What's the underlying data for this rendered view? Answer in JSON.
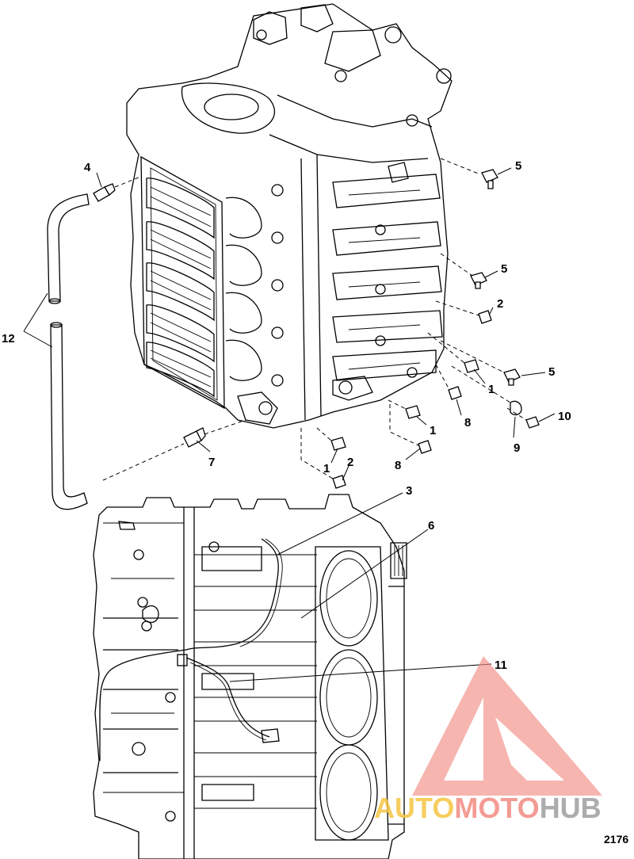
{
  "figure": {
    "number": "2176"
  },
  "callouts": [
    {
      "id": "c4",
      "label": "4"
    },
    {
      "id": "c5a",
      "label": "5"
    },
    {
      "id": "c5b",
      "label": "5"
    },
    {
      "id": "c2a",
      "label": "2"
    },
    {
      "id": "c5c",
      "label": "5"
    },
    {
      "id": "c1a",
      "label": "1"
    },
    {
      "id": "c10",
      "label": "10"
    },
    {
      "id": "c8a",
      "label": "8"
    },
    {
      "id": "c1b",
      "label": "1"
    },
    {
      "id": "c9",
      "label": "9"
    },
    {
      "id": "c12",
      "label": "12"
    },
    {
      "id": "c7",
      "label": "7"
    },
    {
      "id": "c1c",
      "label": "1"
    },
    {
      "id": "c2b",
      "label": "2"
    },
    {
      "id": "c8b",
      "label": "8"
    },
    {
      "id": "c3",
      "label": "3"
    },
    {
      "id": "c6",
      "label": "6"
    },
    {
      "id": "c11",
      "label": "11"
    }
  ],
  "watermark": {
    "part1": "AUTO",
    "part2": "MOTO",
    "part3": "HUB",
    "color_logo": "#f28b82",
    "color_auto": "#f5c542",
    "color_moto": "#f28b82",
    "color_hub": "#9e9e9e"
  }
}
